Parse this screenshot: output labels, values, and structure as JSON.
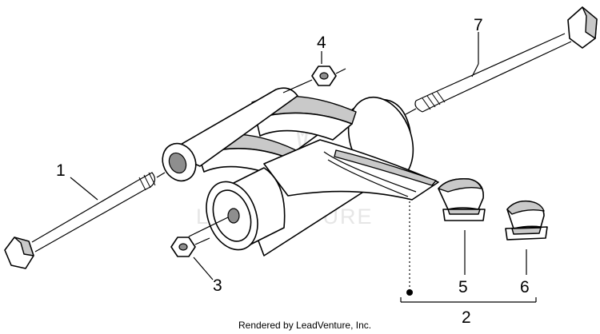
{
  "diagram": {
    "callouts": [
      {
        "id": "1",
        "label": "1"
      },
      {
        "id": "2",
        "label": "2"
      },
      {
        "id": "3",
        "label": "3"
      },
      {
        "id": "4",
        "label": "4"
      },
      {
        "id": "5",
        "label": "5"
      },
      {
        "id": "6",
        "label": "6"
      },
      {
        "id": "7",
        "label": "7"
      }
    ],
    "watermark": "LEADVENTURE",
    "footer": "Rendered by LeadVenture, Inc."
  }
}
